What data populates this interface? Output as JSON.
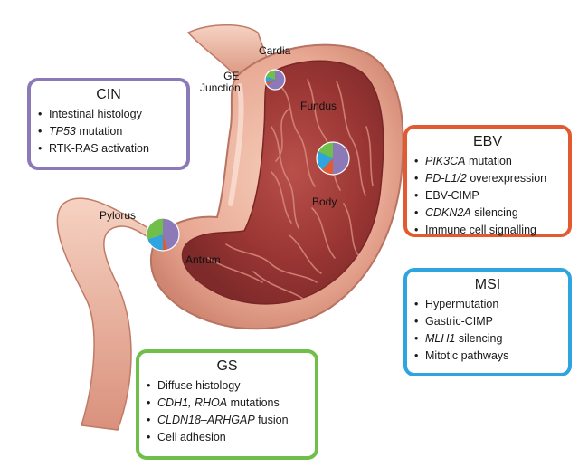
{
  "anatomy_labels": {
    "cardia": "Cardia",
    "ge_junction_line1": "GE",
    "ge_junction_line2": "Junction",
    "fundus": "Fundus",
    "body": "Body",
    "pylorus": "Pylorus",
    "antrum": "Antrum"
  },
  "subtypes": {
    "cin": {
      "title": "CIN",
      "color": "#8c79b8",
      "items": [
        {
          "italic": "",
          "text": "Intestinal histology"
        },
        {
          "italic": "TP53",
          "text": " mutation"
        },
        {
          "italic": "",
          "text": "RTK-RAS activation"
        }
      ]
    },
    "ebv": {
      "title": "EBV",
      "color": "#e15a32",
      "items": [
        {
          "italic": "PIK3CA",
          "text": " mutation"
        },
        {
          "italic": "PD-L1/2",
          "text": " overexpression"
        },
        {
          "italic": "",
          "text": "EBV-CIMP"
        },
        {
          "italic": "CDKN2A",
          "text": " silencing"
        },
        {
          "italic": "",
          "text": "Immune cell signalling"
        }
      ]
    },
    "msi": {
      "title": "MSI",
      "color": "#2ea5de",
      "items": [
        {
          "italic": "",
          "text": "Hypermutation"
        },
        {
          "italic": "",
          "text": "Gastric-CIMP"
        },
        {
          "italic": "MLH1",
          "text": " silencing"
        },
        {
          "italic": "",
          "text": "Mitotic pathways"
        }
      ]
    },
    "gs": {
      "title": "GS",
      "color": "#6fbf4a",
      "items": [
        {
          "italic": "",
          "text": "Diffuse histology"
        },
        {
          "italic": "CDH1, RHOA",
          "text": " mutations"
        },
        {
          "italic": "CLDN18–ARHGAP",
          "text": " fusion"
        },
        {
          "italic": "",
          "text": "Cell adhesion"
        }
      ]
    }
  },
  "pie_colors": {
    "cin": "#8c79b8",
    "ebv": "#e15a32",
    "msi": "#2ea5de",
    "gs": "#6fbf4a"
  },
  "pie_charts": [
    {
      "location": "cardia",
      "shares": [
        0.65,
        0.05,
        0.1,
        0.2
      ]
    },
    {
      "location": "body",
      "shares": [
        0.5,
        0.12,
        0.2,
        0.18
      ]
    },
    {
      "location": "antrum",
      "shares": [
        0.45,
        0.05,
        0.2,
        0.3
      ]
    }
  ]
}
